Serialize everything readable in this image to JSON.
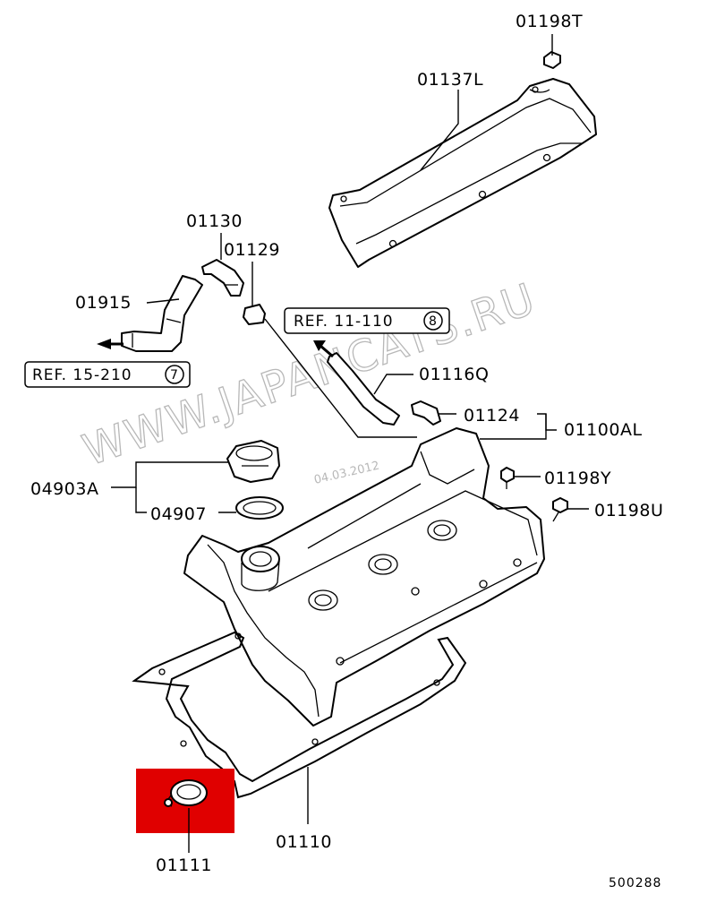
{
  "watermark": "WWW.JAPANCATS.RU",
  "stamp_date": "04.03.2012",
  "diagram_number": "500288",
  "highlight_color": "#e00000",
  "parts": {
    "p01198T": "01198T",
    "p01137L": "01137L",
    "p01130": "01130",
    "p01129": "01129",
    "p01915": "01915",
    "p01116Q": "01116Q",
    "p01124": "01124",
    "p01100AL": "01100AL",
    "p04903A": "04903A",
    "p04907": "04907",
    "p01198Y": "01198Y",
    "p01198U": "01198U",
    "p01110": "01110",
    "p01111": "01111"
  },
  "refs": {
    "ref1_text": "REF. 11-110",
    "ref1_num": "8",
    "ref2_text": "REF. 15-210",
    "ref2_num": "7"
  }
}
